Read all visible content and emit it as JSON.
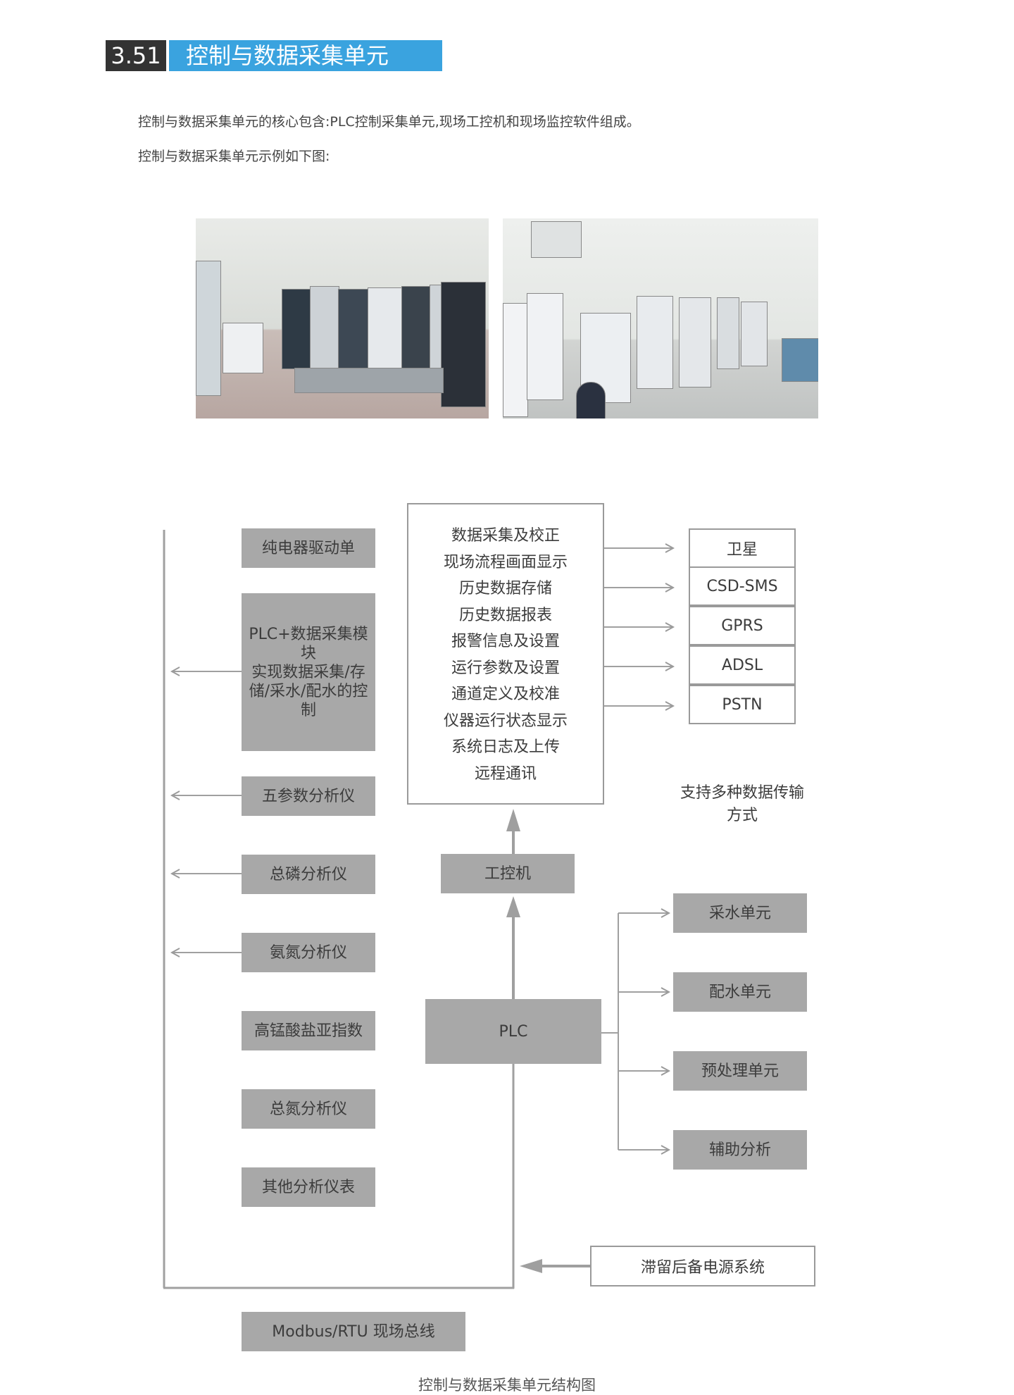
{
  "section": {
    "number": "3.51",
    "title": "控制与数据采集单元"
  },
  "intro": {
    "line1": "控制与数据采集单元的核心包含:PLC控制采集单元,现场工控机和现场监控软件组成。",
    "line2": "控制与数据采集单元示例如下图:"
  },
  "diagram": {
    "left_modules": [
      "纯电器驱动单",
      "PLC+数据采集模块\n实现数据采集/存储/采水/配水的控制",
      "五参数分析仪",
      "总磷分析仪",
      "氨氮分析仪",
      "高锰酸盐亚指数",
      "总氮分析仪",
      "其他分析仪表"
    ],
    "functions": [
      "数据采集及校正",
      "现场流程画面显示",
      "历史数据存储",
      "历史数据报表",
      "报警信息及设置",
      "运行参数及设置",
      "通道定义及校准",
      "仪器运行状态显示",
      "系统日志及上传",
      "远程通讯"
    ],
    "transmission": [
      "卫星",
      "CSD-SMS",
      "GPRS",
      "ADSL",
      "PSTN"
    ],
    "transmission_note": "支持多种数据传输方式",
    "ipc": "工控机",
    "plc": "PLC",
    "right_units": [
      "采水单元",
      "配水单元",
      "预处理单元",
      "辅助分析"
    ],
    "ups": "滞留后备电源系统",
    "bus": "Modbus/RTU 现场总线",
    "caption": "控制与数据采集单元结构图"
  },
  "colors": {
    "accent": "#3aa3df",
    "number_bg": "#333333",
    "module_gray": "#a8a8a8",
    "line_gray": "#9a9a9a"
  }
}
